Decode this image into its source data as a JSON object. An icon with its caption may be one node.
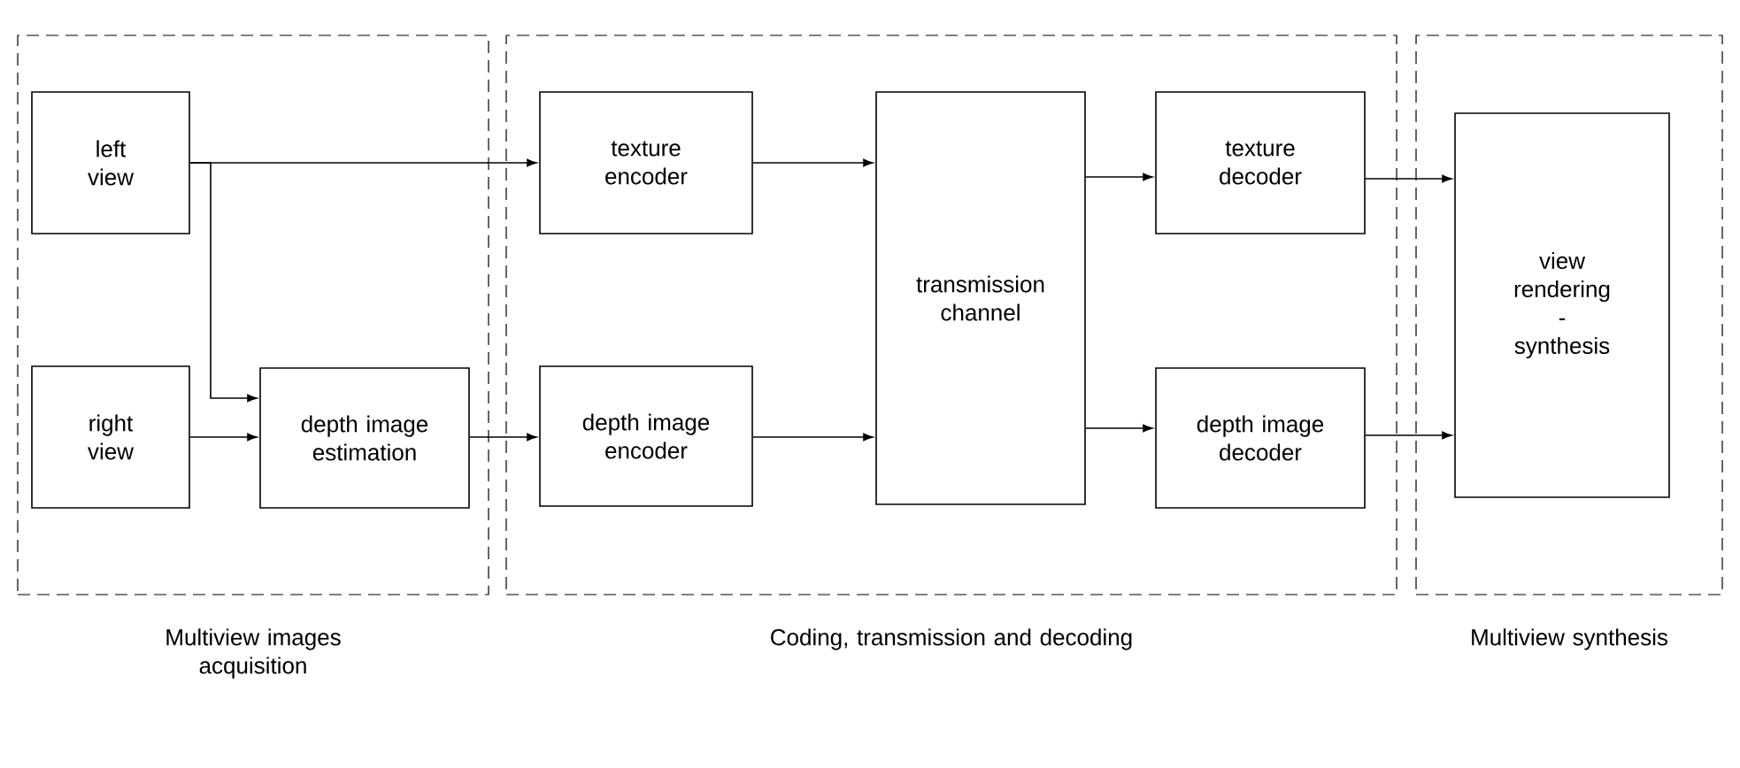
{
  "diagram": {
    "nodes": [
      {
        "text": [
          "Multiview images acquisition"
        ]
      },
      {
        "text": [
          "Coding, transmission and decoding"
        ]
      },
      {
        "text": [
          "Multiview synthesis"
        ]
      },
      {
        "text": [
          "left view"
        ],
        "in": 0
      },
      {
        "text": [
          "right view"
        ],
        "in": 0
      },
      {
        "text": [
          "depth image estimation"
        ],
        "in": 0
      },
      {
        "text": [
          "texture encoder"
        ],
        "in": 1
      },
      {
        "text": [
          "depth image encoder"
        ],
        "in": 1
      },
      {
        "text": [
          "transmission channel"
        ],
        "in": 1
      },
      {
        "text": [
          "texture decoder"
        ],
        "in": 1
      },
      {
        "text": [
          "depth image decoder"
        ],
        "in": 1
      },
      {
        "text": [
          "view rendering - synthesis"
        ],
        "in": 2
      }
    ],
    "edges": [
      {
        "from": 3,
        "to": 6,
        "arrow": "to"
      },
      {
        "from": 3,
        "to": 5,
        "arrow": "to"
      },
      {
        "from": 4,
        "to": 5,
        "arrow": "to"
      },
      {
        "from": 5,
        "to": 7,
        "arrow": "to"
      },
      {
        "from": 6,
        "to": 8,
        "arrow": "to"
      },
      {
        "from": 7,
        "to": 8,
        "arrow": "to"
      },
      {
        "from": 8,
        "to": 9,
        "arrow": "to"
      },
      {
        "from": 8,
        "to": 10,
        "arrow": "to"
      },
      {
        "from": 9,
        "to": 11,
        "arrow": "to"
      },
      {
        "from": 10,
        "to": 11,
        "arrow": "to"
      }
    ]
  }
}
